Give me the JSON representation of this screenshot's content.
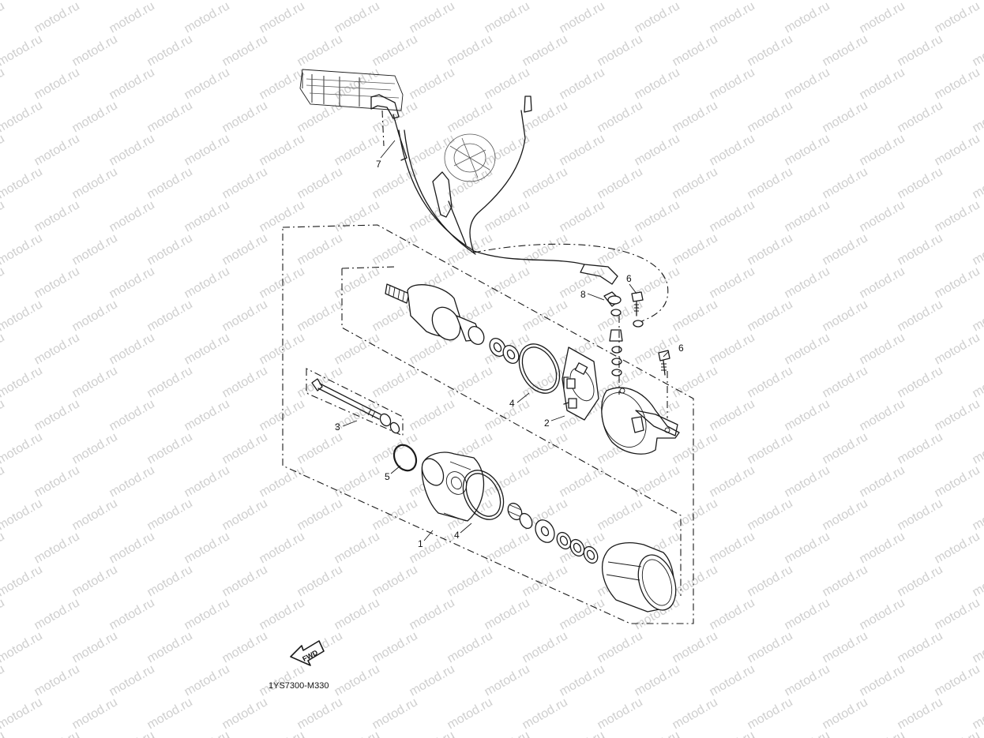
{
  "diagram": {
    "part_code": "1YS7300-M330",
    "direction_label": "FWD",
    "watermark": "motod.ru",
    "callouts": [
      "1",
      "2",
      "3",
      "4",
      "4",
      "5",
      "6",
      "6",
      "7",
      "8"
    ]
  }
}
